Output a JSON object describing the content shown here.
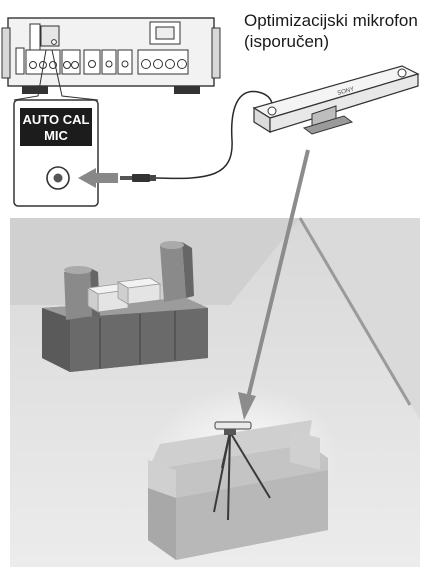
{
  "receiver": {
    "jack_label_line1": "AUTO CAL",
    "jack_label_line2": "MIC"
  },
  "microphone": {
    "name_line1": "Optimizacijski mikrofon",
    "name_line2": "(isporučen)",
    "brand": "SONY"
  },
  "colors": {
    "room_floor": "#e6e6e6",
    "room_wall": "#d2d2d2",
    "arrow": "#888888",
    "furniture": "#c8c8c8",
    "furniture_dark": "#6e6e6e"
  }
}
